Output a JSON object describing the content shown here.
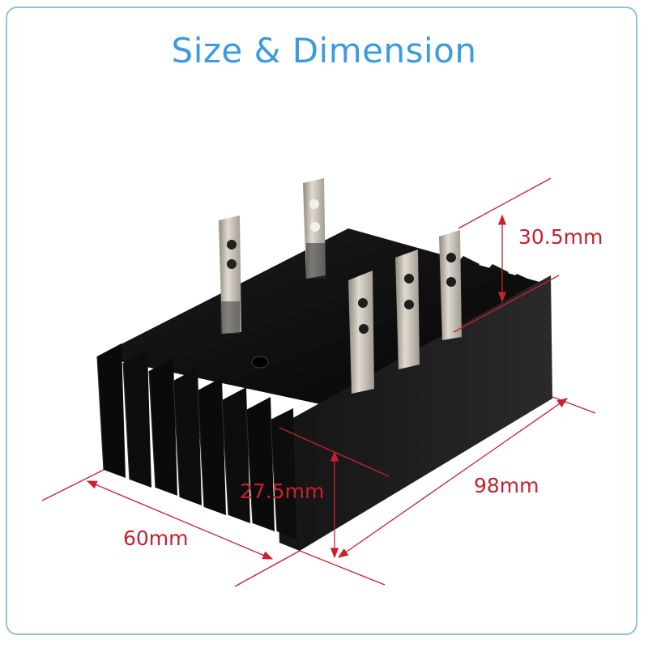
{
  "title": "Size & Dimension",
  "colors": {
    "title": "#3a9be0",
    "frame_border": "#8ec5dc",
    "dimension": "#c8202e",
    "heatsink": "#0c0c0c",
    "terminal": "#c8c2b8"
  },
  "dimensions": {
    "height_terminal": "30.5mm",
    "height_body": "27.5mm",
    "length": "98mm",
    "width": "60mm"
  },
  "product": {
    "name": "heatsink with bridge rectifier terminals",
    "terminal_count": 5,
    "fin_count": 9
  }
}
